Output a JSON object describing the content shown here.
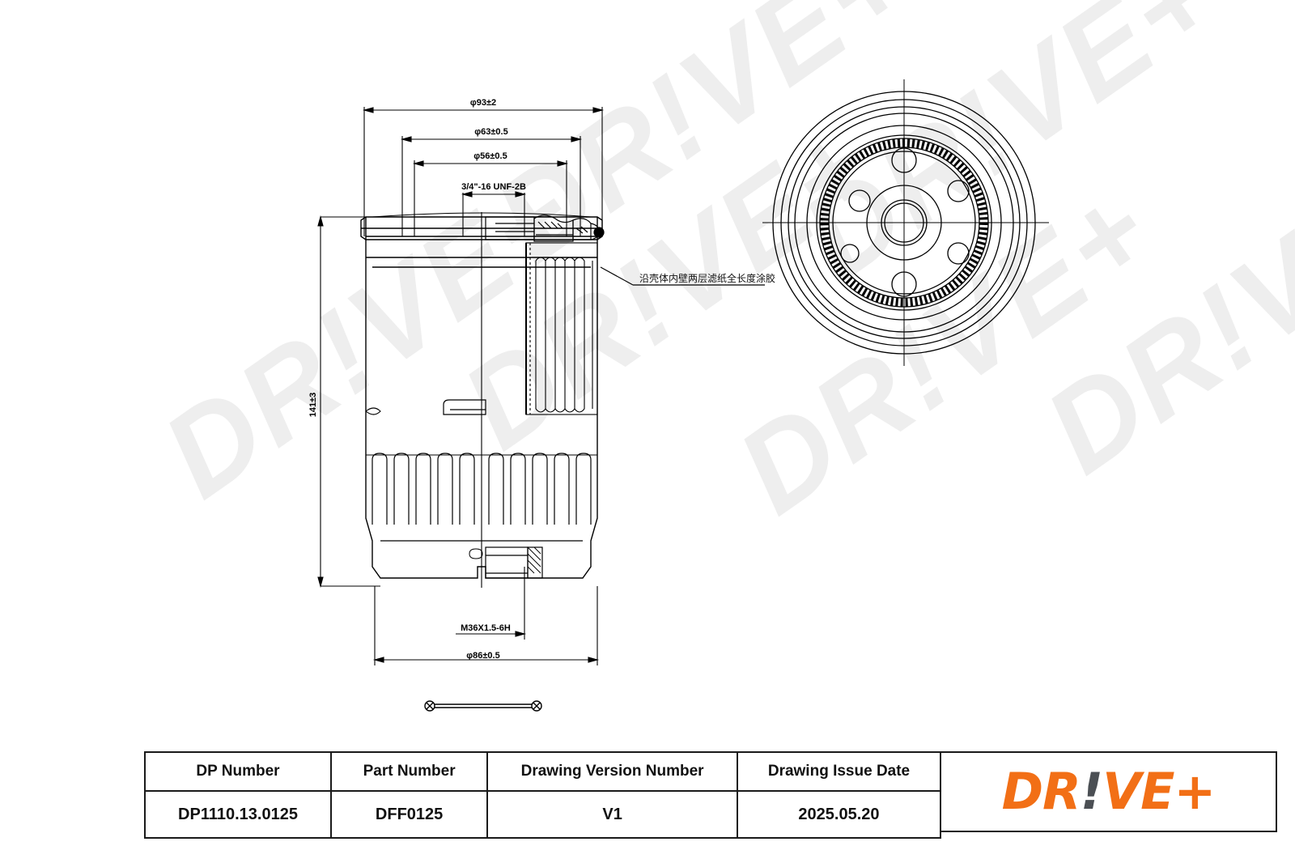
{
  "document": {
    "type": "engineering-drawing",
    "subject": "fuel filter assembly"
  },
  "drawing": {
    "annotation_note": "沿壳体内壁两层滤纸全长度涂胶",
    "dimensions": {
      "outer_diameter": "φ93±2",
      "seal_outer_diameter": "φ63±0.5",
      "seal_inner_diameter": "φ56±0.5",
      "thread_top": "3/4\"-16 UNF-2B",
      "overall_height": "141±3",
      "thread_bottom": "M36X1.5-6H",
      "body_diameter": "φ86±0.5"
    },
    "watermark_text": "DR!VE+"
  },
  "title_block": {
    "headers": [
      "DP Number",
      "Part Number",
      "Drawing Version Number",
      "Drawing Issue Date"
    ],
    "values": [
      "DP1110.13.0125",
      "DFF0125",
      "V1",
      "2025.05.20"
    ]
  },
  "logo": {
    "part_a": "DR",
    "part_b": "!",
    "part_c": "VE+",
    "orange": "#F26F16",
    "gray": "#4b4f54"
  }
}
